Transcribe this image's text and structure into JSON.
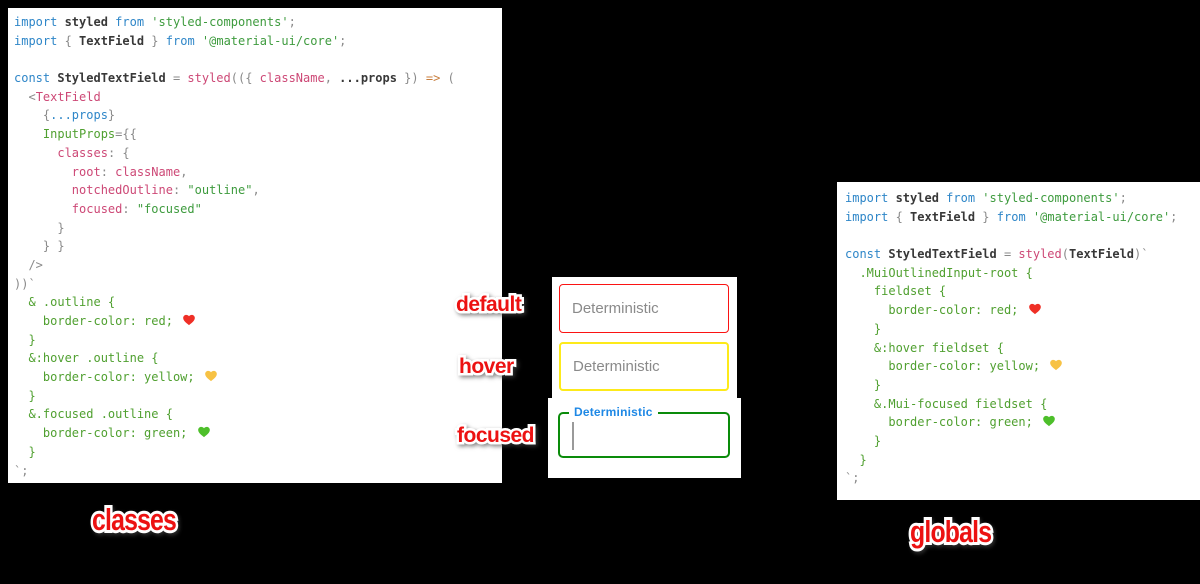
{
  "canvas": {
    "background": "#000000"
  },
  "left_code": {
    "name": "classes approach snippet",
    "lines": [
      [
        {
          "c": "kw",
          "t": "import"
        },
        {
          "c": "id",
          "t": " styled"
        },
        {
          "c": "kw",
          "t": " from"
        },
        {
          "c": "str",
          "t": " 'styled-components'"
        },
        {
          "c": "gray",
          "t": ";"
        }
      ],
      [
        {
          "c": "kw",
          "t": "import"
        },
        {
          "c": "gray",
          "t": " { "
        },
        {
          "c": "id",
          "t": "TextField"
        },
        {
          "c": "gray",
          "t": " } "
        },
        {
          "c": "kw",
          "t": "from"
        },
        {
          "c": "str",
          "t": " '@material-ui/core'"
        },
        {
          "c": "gray",
          "t": ";"
        }
      ],
      [],
      [
        {
          "c": "kw",
          "t": "const"
        },
        {
          "c": "id",
          "t": " StyledTextField"
        },
        {
          "c": "gray",
          "t": " = "
        },
        {
          "c": "pink",
          "t": "styled"
        },
        {
          "c": "gray",
          "t": "(({ "
        },
        {
          "c": "pink",
          "t": "className"
        },
        {
          "c": "gray",
          "t": ", "
        },
        {
          "c": "id",
          "t": "...props"
        },
        {
          "c": "gray",
          "t": " }) "
        },
        {
          "c": "orange",
          "t": "=>"
        },
        {
          "c": "gray",
          "t": " ("
        }
      ],
      [
        {
          "c": "gray",
          "t": "  <"
        },
        {
          "c": "pink",
          "t": "TextField"
        }
      ],
      [
        {
          "c": "gray",
          "t": "    {"
        },
        {
          "c": "kw",
          "t": "...props"
        },
        {
          "c": "gray",
          "t": "}"
        }
      ],
      [
        {
          "c": "plain",
          "t": "    "
        },
        {
          "c": "css",
          "t": "InputProps"
        },
        {
          "c": "gray",
          "t": "={{"
        }
      ],
      [
        {
          "c": "plain",
          "t": "      "
        },
        {
          "c": "pink",
          "t": "classes"
        },
        {
          "c": "gray",
          "t": ": {"
        }
      ],
      [
        {
          "c": "plain",
          "t": "        "
        },
        {
          "c": "pink",
          "t": "root"
        },
        {
          "c": "gray",
          "t": ": "
        },
        {
          "c": "pink",
          "t": "className"
        },
        {
          "c": "gray",
          "t": ","
        }
      ],
      [
        {
          "c": "plain",
          "t": "        "
        },
        {
          "c": "pink",
          "t": "notchedOutline"
        },
        {
          "c": "gray",
          "t": ": "
        },
        {
          "c": "str",
          "t": "\"outline\""
        },
        {
          "c": "gray",
          "t": ","
        }
      ],
      [
        {
          "c": "plain",
          "t": "        "
        },
        {
          "c": "pink",
          "t": "focused"
        },
        {
          "c": "gray",
          "t": ": "
        },
        {
          "c": "str",
          "t": "\"focused\""
        }
      ],
      [
        {
          "c": "gray",
          "t": "      }"
        }
      ],
      [
        {
          "c": "gray",
          "t": "    } }"
        }
      ],
      [
        {
          "c": "gray",
          "t": "  />"
        }
      ],
      [
        {
          "c": "gray",
          "t": "))`"
        }
      ],
      [
        {
          "c": "css",
          "t": "  & .outline {"
        }
      ],
      [
        {
          "c": "css",
          "t": "    border-color: red; "
        },
        {
          "c": "heart",
          "icon": "red-heart-icon",
          "glyph": "❤️",
          "color": "#ef2f26"
        }
      ],
      [
        {
          "c": "css",
          "t": "  }"
        }
      ],
      [
        {
          "c": "css",
          "t": "  &:hover .outline {"
        }
      ],
      [
        {
          "c": "css",
          "t": "    border-color: yellow; "
        },
        {
          "c": "heart",
          "icon": "yellow-heart-icon",
          "glyph": "💛",
          "color": "#f7c244"
        }
      ],
      [
        {
          "c": "css",
          "t": "  }"
        }
      ],
      [
        {
          "c": "css",
          "t": "  &.focused .outline {"
        }
      ],
      [
        {
          "c": "css",
          "t": "    border-color: green; "
        },
        {
          "c": "heart",
          "icon": "green-heart-icon",
          "glyph": "💚",
          "color": "#4dbf2a"
        }
      ],
      [
        {
          "c": "css",
          "t": "  }"
        }
      ],
      [
        {
          "c": "gray",
          "t": "`;"
        }
      ]
    ]
  },
  "right_code": {
    "name": "globals approach snippet",
    "lines": [
      [
        {
          "c": "kw",
          "t": "import"
        },
        {
          "c": "id",
          "t": " styled"
        },
        {
          "c": "kw",
          "t": " from"
        },
        {
          "c": "str",
          "t": " 'styled-components'"
        },
        {
          "c": "gray",
          "t": ";"
        }
      ],
      [
        {
          "c": "kw",
          "t": "import"
        },
        {
          "c": "gray",
          "t": " { "
        },
        {
          "c": "id",
          "t": "TextField"
        },
        {
          "c": "gray",
          "t": " } "
        },
        {
          "c": "kw",
          "t": "from"
        },
        {
          "c": "str",
          "t": " '@material-ui/core'"
        },
        {
          "c": "gray",
          "t": ";"
        }
      ],
      [],
      [
        {
          "c": "kw",
          "t": "const"
        },
        {
          "c": "id",
          "t": " StyledTextField"
        },
        {
          "c": "gray",
          "t": " = "
        },
        {
          "c": "pink",
          "t": "styled"
        },
        {
          "c": "gray",
          "t": "("
        },
        {
          "c": "id",
          "t": "TextField"
        },
        {
          "c": "gray",
          "t": ")`"
        }
      ],
      [
        {
          "c": "css",
          "t": "  .MuiOutlinedInput-root {"
        }
      ],
      [
        {
          "c": "css",
          "t": "    fieldset {"
        }
      ],
      [
        {
          "c": "css",
          "t": "      border-color: red; "
        },
        {
          "c": "heart",
          "icon": "red-heart-icon",
          "glyph": "❤️",
          "color": "#ef2f26"
        }
      ],
      [
        {
          "c": "css",
          "t": "    }"
        }
      ],
      [
        {
          "c": "css",
          "t": "    &:hover fieldset {"
        }
      ],
      [
        {
          "c": "css",
          "t": "      border-color: yellow; "
        },
        {
          "c": "heart",
          "icon": "yellow-heart-icon",
          "glyph": "💛",
          "color": "#f7c244"
        }
      ],
      [
        {
          "c": "css",
          "t": "    }"
        }
      ],
      [
        {
          "c": "css",
          "t": "    &.Mui-focused fieldset {"
        }
      ],
      [
        {
          "c": "css",
          "t": "      border-color: green; "
        },
        {
          "c": "heart",
          "icon": "green-heart-icon",
          "glyph": "💚",
          "color": "#4dbf2a"
        }
      ],
      [
        {
          "c": "css",
          "t": "    }"
        }
      ],
      [
        {
          "c": "css",
          "t": "  }"
        }
      ],
      [
        {
          "c": "gray",
          "t": "`;"
        }
      ]
    ]
  },
  "middle": {
    "default_field": {
      "placeholder": "Deterministic",
      "border_color": "#ff0000"
    },
    "hover_field": {
      "placeholder": "Deterministic",
      "border_color": "#ffff00"
    },
    "focused_field": {
      "label": "Deterministic",
      "value": "",
      "border_color": "#008000",
      "label_color": "#1e88e5"
    }
  },
  "stickers": {
    "color": "#ec1212",
    "default": "default",
    "hover": "hover",
    "focused": "focused",
    "classes": "classes",
    "globals": "globals"
  }
}
